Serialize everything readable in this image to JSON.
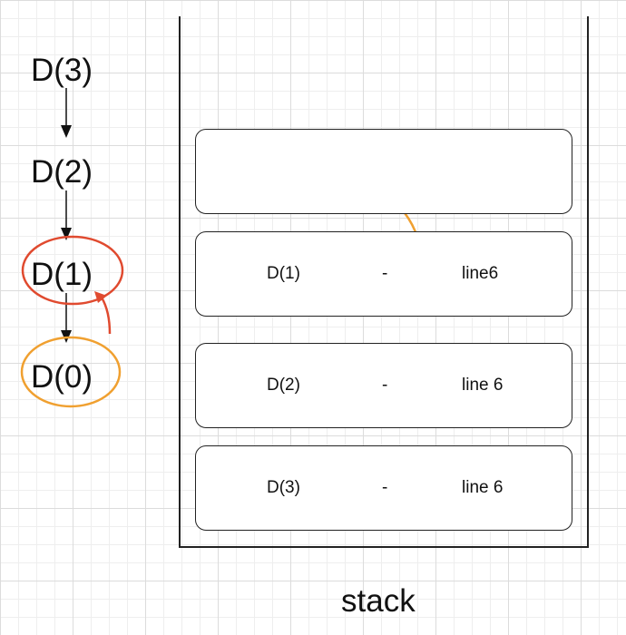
{
  "calls": [
    {
      "label": "D(3)"
    },
    {
      "label": "D(2)"
    },
    {
      "label": "D(1)",
      "highlight_color": "#e04a2f"
    },
    {
      "label": "D(0)",
      "highlight_color": "#f0a030"
    }
  ],
  "stack": {
    "label": "stack",
    "frames": [
      {
        "call": "",
        "sep": "",
        "line": ""
      },
      {
        "call": "D(1)",
        "sep": "-",
        "line": "line6"
      },
      {
        "call": "D(2)",
        "sep": "-",
        "line": "line 6"
      },
      {
        "call": "D(3)",
        "sep": "-",
        "line": "line 6"
      }
    ]
  },
  "colors": {
    "arrow": "#111111",
    "return_arrow": "#e04a2f",
    "pop_arrow": "#f0a030"
  }
}
